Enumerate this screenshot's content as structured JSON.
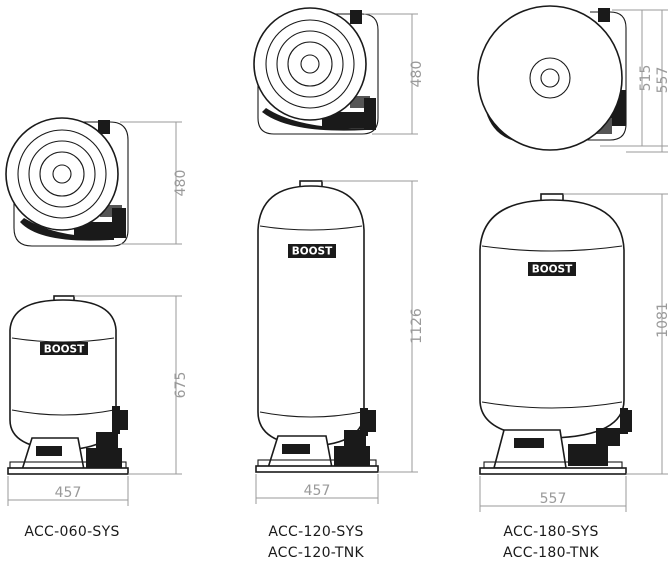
{
  "units": {
    "small": {
      "model_labels": [
        "ACC-060-SYS"
      ],
      "top_view_depth": "480",
      "height": "675",
      "width": "457",
      "brand": "BOOST"
    },
    "medium": {
      "model_labels": [
        "ACC-120-SYS",
        "ACC-120-TNK"
      ],
      "top_view_depth": "480",
      "height": "1126",
      "width": "457",
      "brand": "BOOST"
    },
    "large": {
      "model_labels": [
        "ACC-180-SYS",
        "ACC-180-TNK"
      ],
      "top_view_depth_inner": "515",
      "top_view_depth_outer": "557",
      "height": "1081",
      "width": "557",
      "brand": "BOOST"
    }
  }
}
